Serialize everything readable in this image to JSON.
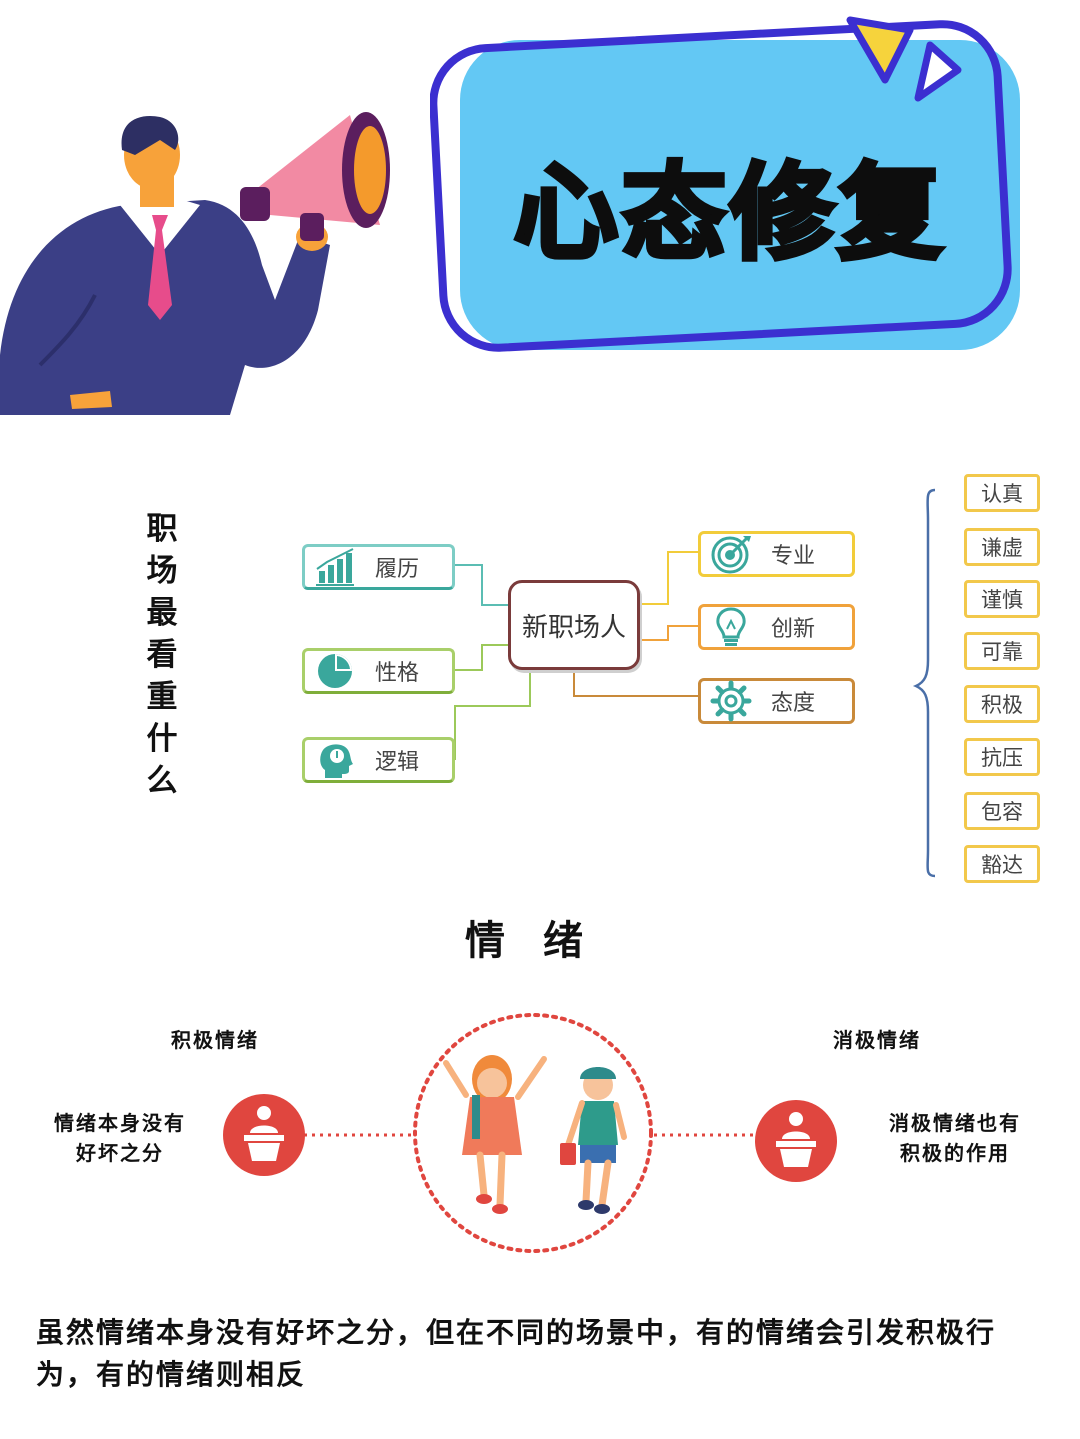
{
  "header": {
    "title": "心态修复"
  },
  "question": {
    "chars": [
      "职",
      "场",
      "最",
      "看",
      "重",
      "什",
      "么"
    ]
  },
  "mindmap": {
    "center": "新职场人",
    "left_nodes": [
      {
        "label": "履历",
        "icon": "bar-chart-icon"
      },
      {
        "label": "性格",
        "icon": "pie-chart-icon"
      },
      {
        "label": "逻辑",
        "icon": "head-idea-icon"
      }
    ],
    "right_nodes": [
      {
        "label": "专业",
        "icon": "target-icon"
      },
      {
        "label": "创新",
        "icon": "lightbulb-icon"
      },
      {
        "label": "态度",
        "icon": "gear-icon"
      }
    ],
    "traits": [
      "认真",
      "谦虚",
      "谨慎",
      "可靠",
      "积极",
      "抗压",
      "包容",
      "豁达"
    ]
  },
  "emotion": {
    "title": "情 绪",
    "positive_label": "积极情绪",
    "negative_label": "消极情绪",
    "positive_note_line1": "情绪本身没有",
    "positive_note_line2": "好坏之分",
    "negative_note_line1": "消极情绪也有",
    "negative_note_line2": "积极的作用"
  },
  "summary": "虽然情绪本身没有好坏之分，但在不同的场景中，有的情绪会引发积极行为，有的情绪则相反",
  "colors": {
    "title_card": "#63c8f4",
    "title_border": "#3b2fd0",
    "accent_red": "#e0463f",
    "teal": "#3aa79c",
    "green": "#8bbf45",
    "yellow": "#f2c84b",
    "suit": "#3b3f86"
  }
}
